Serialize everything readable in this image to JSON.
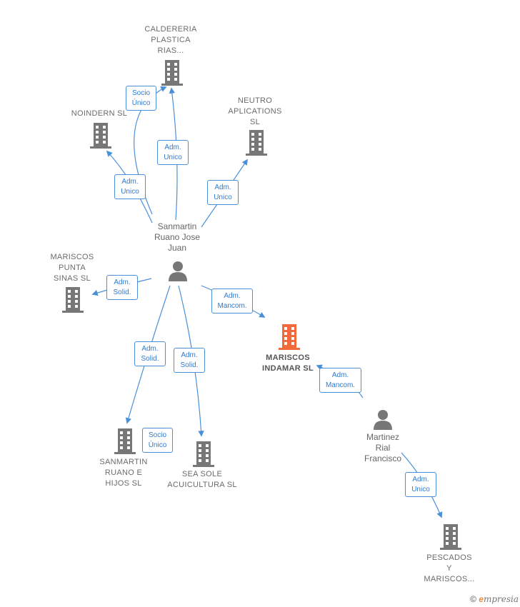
{
  "nodes": {
    "caldereria": "CALDERERIA\nPLASTICA\nRIAS...",
    "noindern": "NOINDERN SL",
    "neutro": "NEUTRO\nAPLICATIONS\nSL",
    "puntasinas": "MARISCOS\nPUNTA\nSINAS SL",
    "indamar": "MARISCOS\nINDAMAR  SL",
    "sanmartin_hijos": "SANMARTIN\nRUANO E\nHIJOS SL",
    "seasole": "SEA SOLE\nACUICULTURA SL",
    "pescados": "PESCADOS\nY\nMARISCOS..."
  },
  "persons": {
    "sanmartin": "Sanmartin\nRuano Jose\nJuan",
    "martinez": "Martinez\nRial\nFrancisco"
  },
  "edges": {
    "socio_caldereria": "Socio\nÚnico",
    "adm_caldereria": "Adm.\nUnico",
    "adm_noindern": "Adm.\nUnico",
    "adm_neutro": "Adm.\nUnico",
    "adm_puntasinas": "Adm.\nSolid.",
    "adm_indamar_sanmartin": "Adm.\nMancom.",
    "adm_indamar_martinez": "Adm.\nMancom.",
    "adm_hijos": "Adm.\nSolid.",
    "socio_hijos": "Socio\nÚnico",
    "adm_seasole": "Adm.\nSolid.",
    "adm_pescados": "Adm.\nUnico"
  },
  "footer": {
    "copyright": "©",
    "brand_initial": "e",
    "brand_rest": "mpresia"
  },
  "colors": {
    "line": "#4a90d9",
    "building": "#777777",
    "building_highlight": "#f26a3a",
    "person": "#777777"
  }
}
